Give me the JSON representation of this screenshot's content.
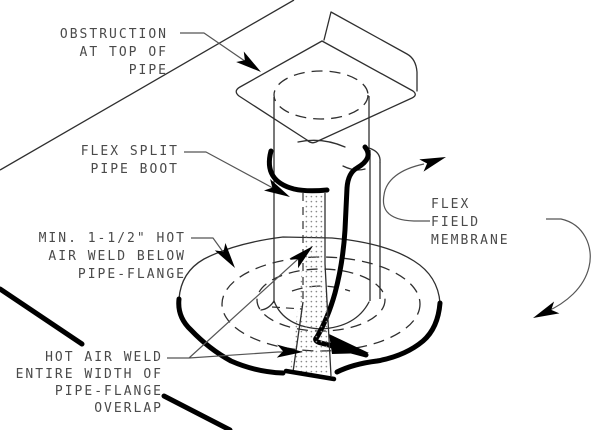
{
  "colors": {
    "background": "#ffffff",
    "thin_line": "#2f2f2f",
    "heavy_line": "#000000",
    "text": "#4a4a4a",
    "leader_line": "#555555"
  },
  "labels": {
    "obstruction": {
      "lines": [
        "OBSTRUCTION",
        "AT TOP OF",
        "PIPE"
      ]
    },
    "flex_split_boot": {
      "lines": [
        "FLEX SPLIT",
        "PIPE BOOT"
      ]
    },
    "min_weld": {
      "lines": [
        "MIN. 1-1/2\" HOT",
        "AIR WELD BELOW",
        "PIPE-FLANGE"
      ]
    },
    "flex_field_membrane": {
      "lines": [
        "FLEX",
        "FIELD",
        "MEMBRANE"
      ]
    },
    "hot_air_weld": {
      "lines": [
        "HOT AIR WELD",
        "ENTIRE WIDTH OF",
        "PIPE-FLANGE",
        "OVERLAP"
      ]
    }
  }
}
